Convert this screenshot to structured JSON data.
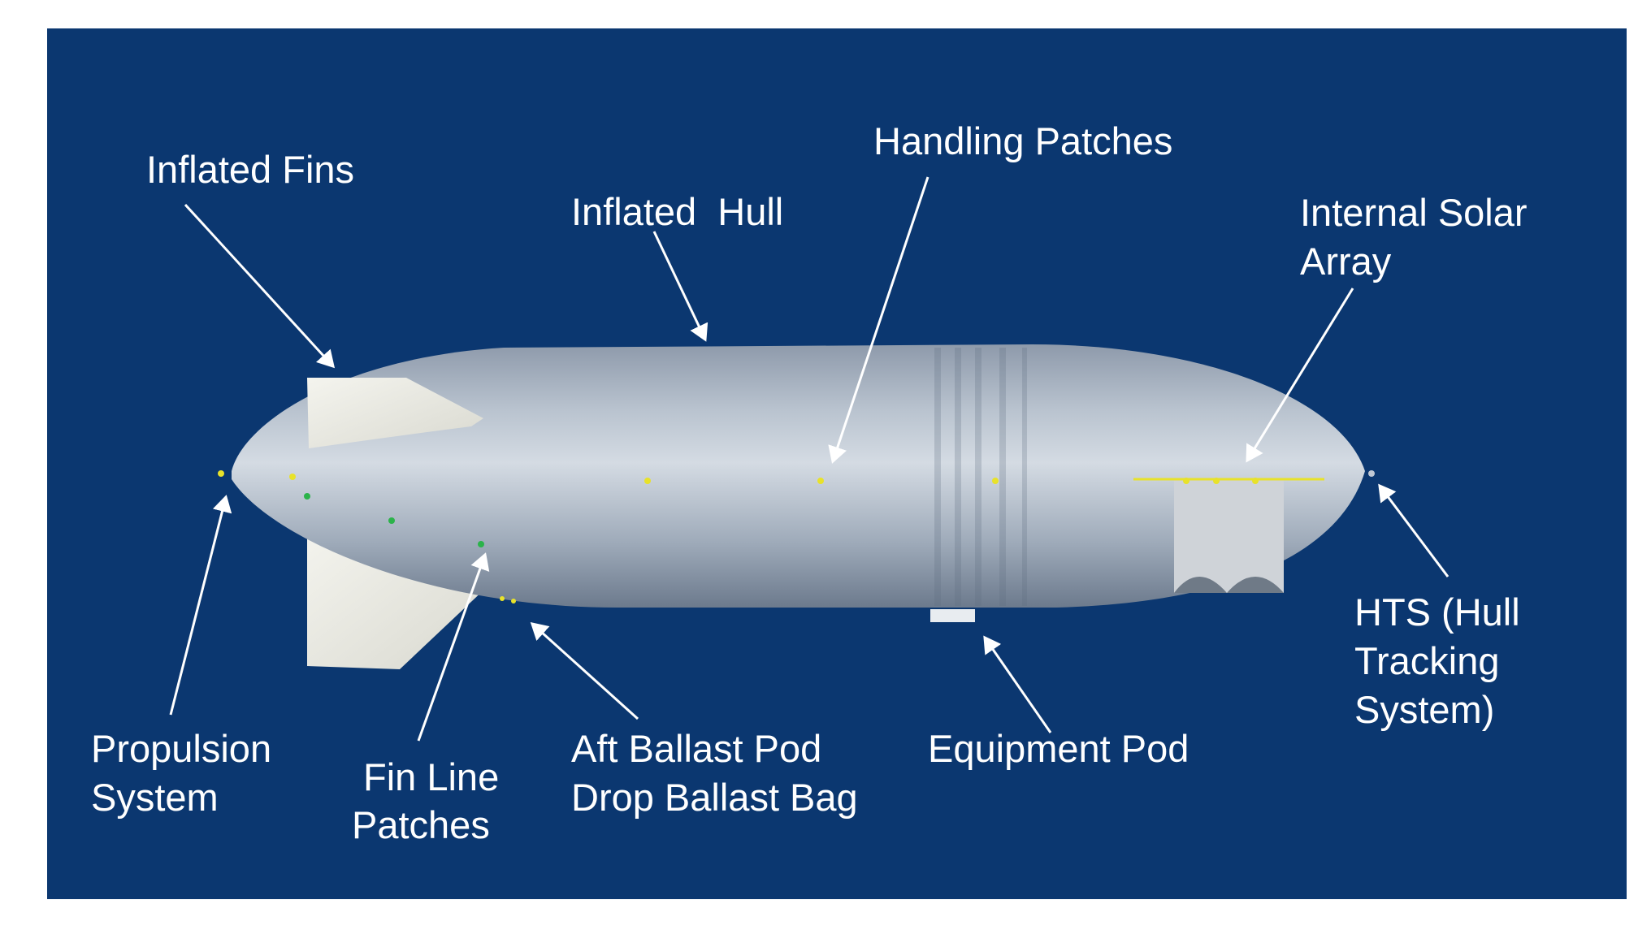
{
  "colors": {
    "background_panel": "#0b3770",
    "hull": "#a8b4c4",
    "fin": "#ecece4",
    "label": "#ffffff",
    "arrow": "#ffffff",
    "patch_yellow": "#e8e22a",
    "patch_green": "#2bb34a"
  },
  "labels": {
    "inflated_fins": "Inflated Fins",
    "inflated_hull": "Inflated  Hull",
    "handling_patches": "Handling Patches",
    "internal_solar_array": [
      "Internal Solar",
      "Array"
    ],
    "propulsion_system": [
      "Propulsion",
      "System"
    ],
    "fin_line_patches": [
      "Fin Line",
      "Patches"
    ],
    "aft_ballast": [
      "Aft Ballast Pod",
      "Drop Ballast Bag"
    ],
    "equipment_pod": "Equipment Pod",
    "hts": [
      "HTS (Hull",
      "Tracking",
      "System)"
    ]
  }
}
